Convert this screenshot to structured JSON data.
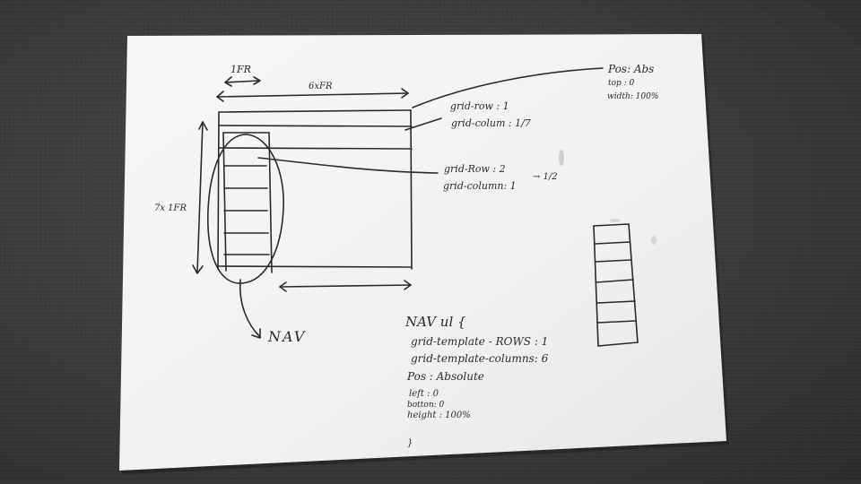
{
  "annotations": {
    "col_one": "1FR",
    "col_six": "6xFR",
    "rows": "7x 1FR",
    "header_row": "grid-row : 1",
    "header_col": "grid-colum : 1/7",
    "nav_row": "grid-Row : 2",
    "nav_col": "grid-column: 1",
    "nav_col_change": "→ 1/2",
    "pos": "Pos: Abs",
    "top": "top : 0",
    "width": "width: 100%",
    "nav_label": "NAV"
  },
  "code_block": {
    "selector": "NAV ul {",
    "rows": "grid-template - ROWS : 1",
    "columns": "grid-template-columns: 6",
    "pos": "Pos : Absolute",
    "left": "left : 0",
    "bottom": "botton: 0",
    "height": "height : 100%",
    "close": "}"
  }
}
